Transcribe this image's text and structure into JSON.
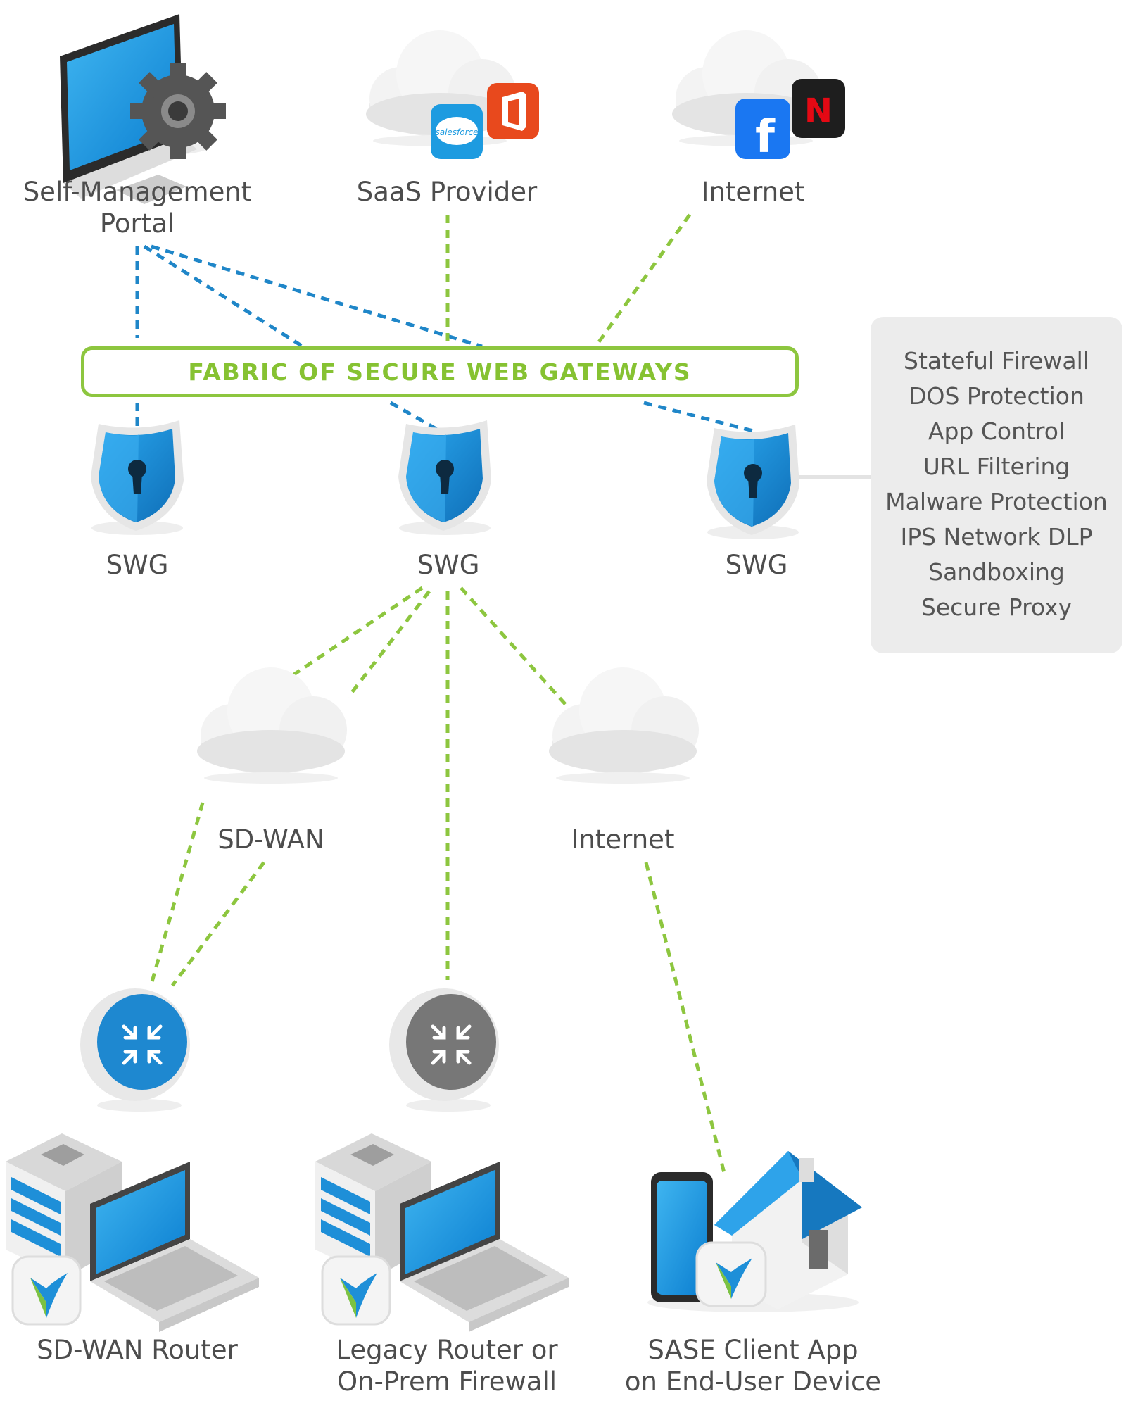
{
  "nodes": {
    "self_management_portal": [
      "Self-Management",
      "Portal"
    ],
    "saas_provider": "SaaS Provider",
    "internet_top": "Internet",
    "fabric": "FABRIC OF SECURE WEB GATEWAYS",
    "swg_left": "SWG",
    "swg_center": "SWG",
    "swg_right": "SWG",
    "sdwan_cloud": "SD-WAN",
    "internet_bottom": "Internet",
    "sdwan_router": "SD-WAN Router",
    "legacy_router": [
      "Legacy Router or",
      "On-Prem Firewall"
    ],
    "sase_client": [
      "SASE Client App",
      "on End-User Device"
    ]
  },
  "logos": {
    "salesforce": "salesforce",
    "netflix": "N",
    "facebook": "f"
  },
  "features": [
    "Stateful Firewall",
    "DOS Protection",
    "App Control",
    "URL Filtering",
    "Malware Protection",
    "IPS Network DLP",
    "Sandboxing",
    "Secure Proxy"
  ],
  "colors": {
    "green_link": "#8dc63f",
    "blue_link": "#1f86c8",
    "shield_blue": "#1a8fd6",
    "router_blue": "#1e88d0",
    "router_gray": "#7a7a7a",
    "cloud": "#f2f2f2",
    "panel": "#ececec"
  },
  "icons": [
    "monitor-gear-icon",
    "cloud-icon",
    "salesforce-logo-icon",
    "office-logo-icon",
    "facebook-logo-icon",
    "netflix-logo-icon",
    "shield-keyhole-icon",
    "router-icon",
    "server-icon",
    "laptop-icon",
    "phone-icon",
    "house-icon",
    "versa-logo-icon"
  ]
}
